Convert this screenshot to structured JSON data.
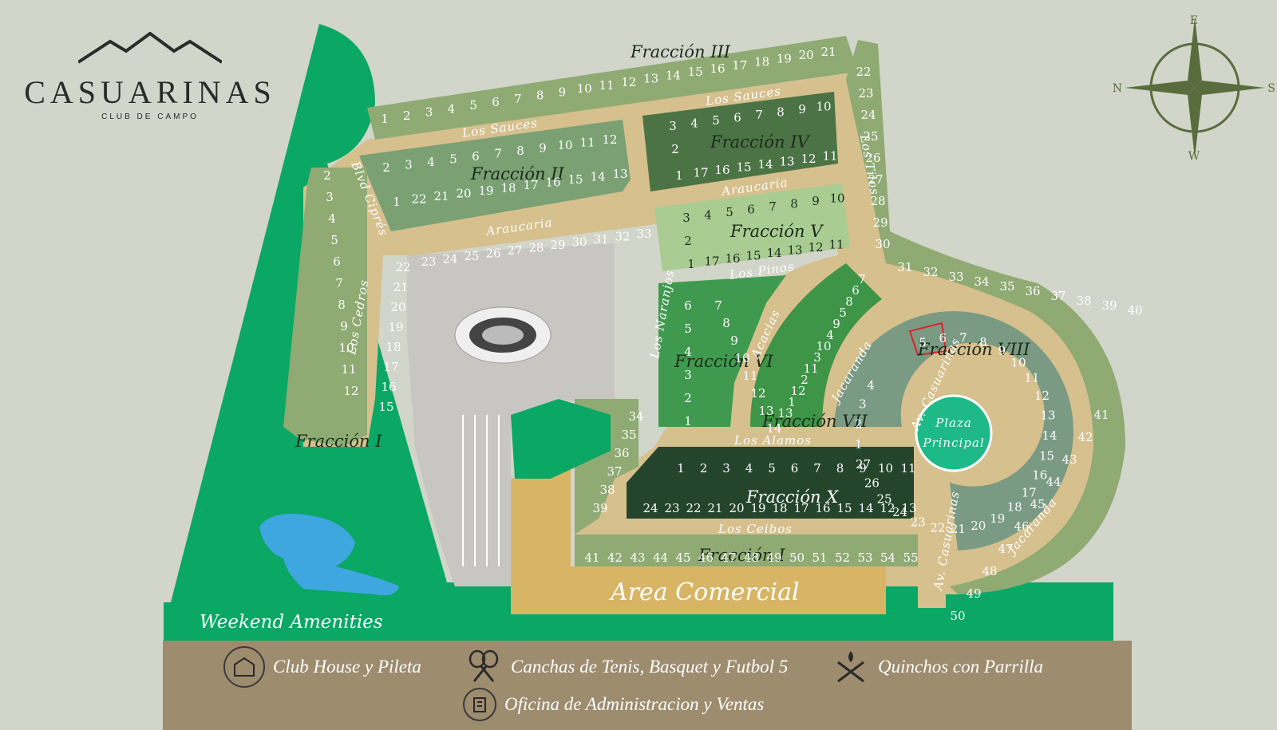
{
  "brand": {
    "title": "CASUARINAS",
    "subtitle": "CLUB DE CAMPO"
  },
  "compass": {
    "n": "N",
    "e": "E",
    "s": "S",
    "w": "W"
  },
  "colors": {
    "background": "#d2d5c9",
    "green_area": "#0aa765",
    "road": "#d6c08e",
    "legend_bar": "#9d8c6e",
    "commercial": "#d8b565",
    "selected_lot": "#e0212a"
  },
  "fractions": {
    "f1": "Fracción I",
    "f1b": "Fracción I",
    "f2": "Fracción II",
    "f3": "Fracción III",
    "f4": "Fracción IV",
    "f5": "Fracción V",
    "f6": "Fracción VI",
    "f7": "Fracción VII",
    "f8": "Fracción VIII",
    "f10": "Fracción X"
  },
  "streets": {
    "sauces1": "Los Sauces",
    "sauces2": "Los Sauces",
    "araucaria1": "Araucaria",
    "araucaria2": "Araucaria",
    "pinos": "Los Pinos",
    "tilos": "Los Tilos",
    "cipres": "Blvd Ciprés",
    "cedros": "Los Cedros",
    "naranjos": "Los Naranjos",
    "acacias": "Acacias",
    "jacaranda1": "Jacaranda",
    "jacaranda2": "Jacaranda",
    "alamos": "Los Alamos",
    "ceibos": "Los Ceibos",
    "casuarinas1": "Av. Casuarinas",
    "casuarinas2": "Av. Casuarinas"
  },
  "plaza": {
    "line1": "Plaza",
    "line2": "Principal"
  },
  "areas": {
    "commercial": "Area Comercial",
    "weekend": "Weekend Amenities"
  },
  "lots": {
    "f3": [
      "1",
      "2",
      "3",
      "4",
      "5",
      "6",
      "7",
      "8",
      "9",
      "10",
      "11",
      "12",
      "13",
      "14",
      "15",
      "16",
      "17",
      "18",
      "19",
      "20",
      "21",
      "22",
      "23",
      "24",
      "25",
      "26",
      "27",
      "28",
      "29",
      "30",
      "31",
      "32",
      "33",
      "34",
      "35",
      "36",
      "37",
      "38",
      "39",
      "40",
      "41",
      "42",
      "43",
      "44",
      "45",
      "46",
      "47",
      "48",
      "49",
      "50"
    ],
    "f2_top": [
      "2",
      "3",
      "4",
      "5",
      "6",
      "7",
      "8",
      "9",
      "10",
      "11",
      "12"
    ],
    "f2_bottom": [
      "1",
      "22",
      "21",
      "20",
      "19",
      "18",
      "17",
      "16",
      "15",
      "14",
      "13"
    ],
    "f4_top": [
      "3",
      "4",
      "5",
      "6",
      "7",
      "8",
      "9",
      "10"
    ],
    "f4_mid": [
      "2"
    ],
    "f4_bottom": [
      "1",
      "17",
      "16",
      "15",
      "14",
      "13",
      "12",
      "11"
    ],
    "f5_top": [
      "3",
      "4",
      "5",
      "6",
      "7",
      "8",
      "9",
      "10"
    ],
    "f5_mid": [
      "2"
    ],
    "f5_bottom": [
      "1",
      "17",
      "16",
      "15",
      "14",
      "13",
      "12",
      "11"
    ],
    "f1_left": [
      "2",
      "3",
      "4",
      "5",
      "6",
      "7",
      "8",
      "9",
      "10",
      "11",
      "12"
    ],
    "f1_right": [
      "22",
      "21",
      "20",
      "19",
      "18",
      "17",
      "16",
      "15"
    ],
    "araucaria_row": [
      "23",
      "24",
      "25",
      "26",
      "27",
      "28",
      "29",
      "30",
      "31",
      "32",
      "33"
    ],
    "f6_left": [
      "6",
      "5",
      "4",
      "3",
      "2",
      "1"
    ],
    "f6_mid": [
      "7",
      "8",
      "9",
      "10",
      "11",
      "12",
      "13",
      "14"
    ],
    "f7": [
      "7",
      "6",
      "8",
      "5",
      "9",
      "4",
      "10",
      "3",
      "11",
      "2",
      "12",
      "1",
      "13"
    ],
    "f10_top": [
      "1",
      "2",
      "3",
      "4",
      "5",
      "6",
      "7",
      "8",
      "9",
      "10",
      "11"
    ],
    "f10_bottom": [
      "24",
      "23",
      "22",
      "21",
      "20",
      "19",
      "18",
      "17",
      "16",
      "15",
      "14",
      "12",
      "13"
    ],
    "f1b_bottom": [
      "41",
      "42",
      "43",
      "44",
      "45",
      "46",
      "47",
      "48",
      "49",
      "50",
      "51",
      "52",
      "53",
      "54",
      "55"
    ],
    "f1b_left": [
      "34",
      "35",
      "36",
      "37",
      "38",
      "39"
    ],
    "f8_inner": [
      "5",
      "6",
      "7",
      "8",
      "9",
      "10",
      "11",
      "12",
      "13",
      "14",
      "15",
      "16",
      "17",
      "18",
      "19",
      "20",
      "21",
      "22",
      "23",
      "24",
      "25",
      "26",
      "27",
      "1",
      "2",
      "3",
      "4"
    ]
  },
  "legend": {
    "club": "Club House y Pileta",
    "tennis": "Canchas de Tenis, Basquet y Futbol 5",
    "quinchos": "Quinchos con Parrilla",
    "office": "Oficina de Administracion y Ventas"
  }
}
